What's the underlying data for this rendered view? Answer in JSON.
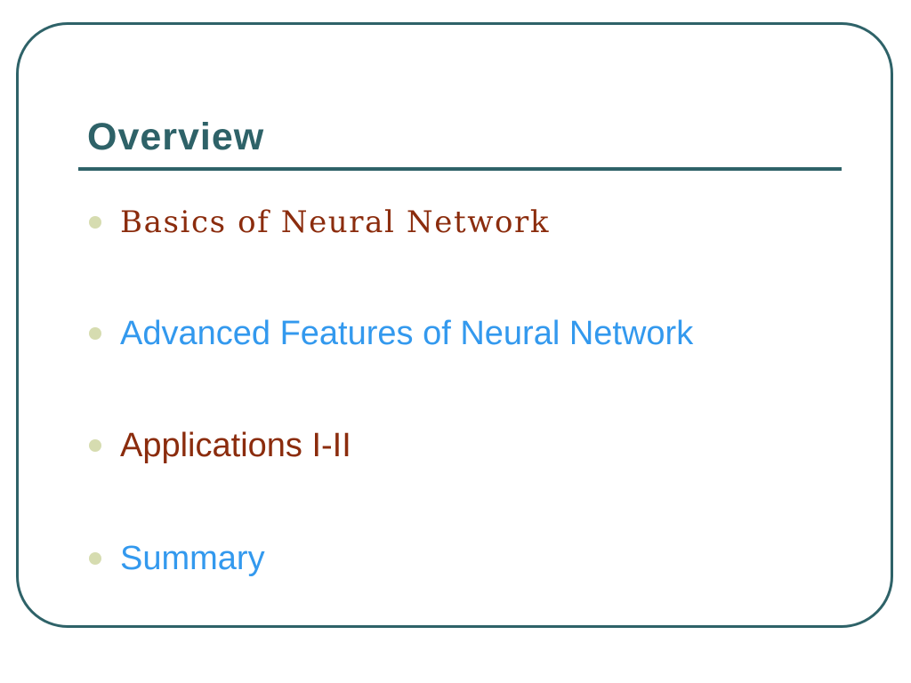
{
  "slide": {
    "title": "Overview",
    "colors": {
      "frame": "#2e6268",
      "title": "#2e6268",
      "bullet_dot": "#d6dcb0",
      "dark_red": "#8b2c0d",
      "blue": "#3399ee"
    },
    "bullets": [
      {
        "text": "Basics of Neural Network",
        "color": "#8b2c0d",
        "font": "mono"
      },
      {
        "text": "Advanced Features of Neural Network",
        "color": "#3399ee",
        "font": "sans"
      },
      {
        "text": "Applications I-II",
        "color": "#8b2c0d",
        "font": "sans"
      },
      {
        "text": "Summary",
        "color": "#3399ee",
        "font": "sans"
      }
    ]
  }
}
